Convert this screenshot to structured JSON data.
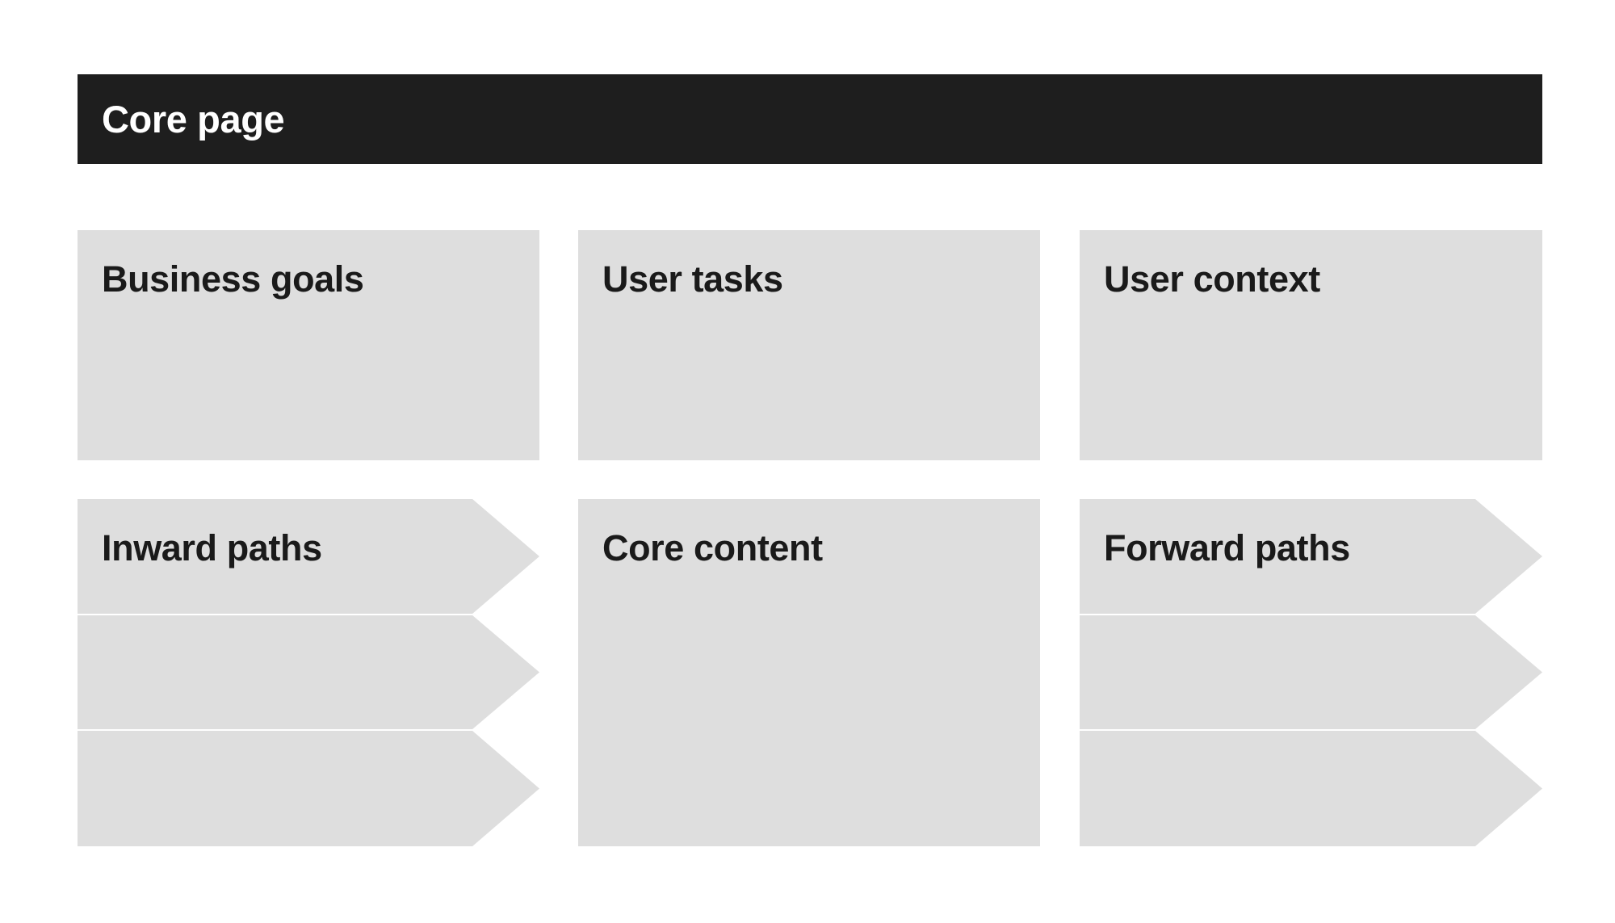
{
  "header": {
    "title": "Core page"
  },
  "colors": {
    "header_background": "#1e1e1e",
    "header_text": "#ffffff",
    "card_background": "#dedede",
    "card_text": "#1a1a1a",
    "page_background": "#ffffff"
  },
  "rows": {
    "top": {
      "cards": [
        {
          "label": "Business goals",
          "shape": "rectangle"
        },
        {
          "label": "User tasks",
          "shape": "rectangle"
        },
        {
          "label": "User context",
          "shape": "rectangle"
        }
      ]
    },
    "bottom": {
      "cards": [
        {
          "label": "Inward paths",
          "shape": "chevron-stack",
          "bands": 3
        },
        {
          "label": "Core content",
          "shape": "rectangle"
        },
        {
          "label": "Forward paths",
          "shape": "chevron-stack",
          "bands": 3
        }
      ]
    }
  }
}
